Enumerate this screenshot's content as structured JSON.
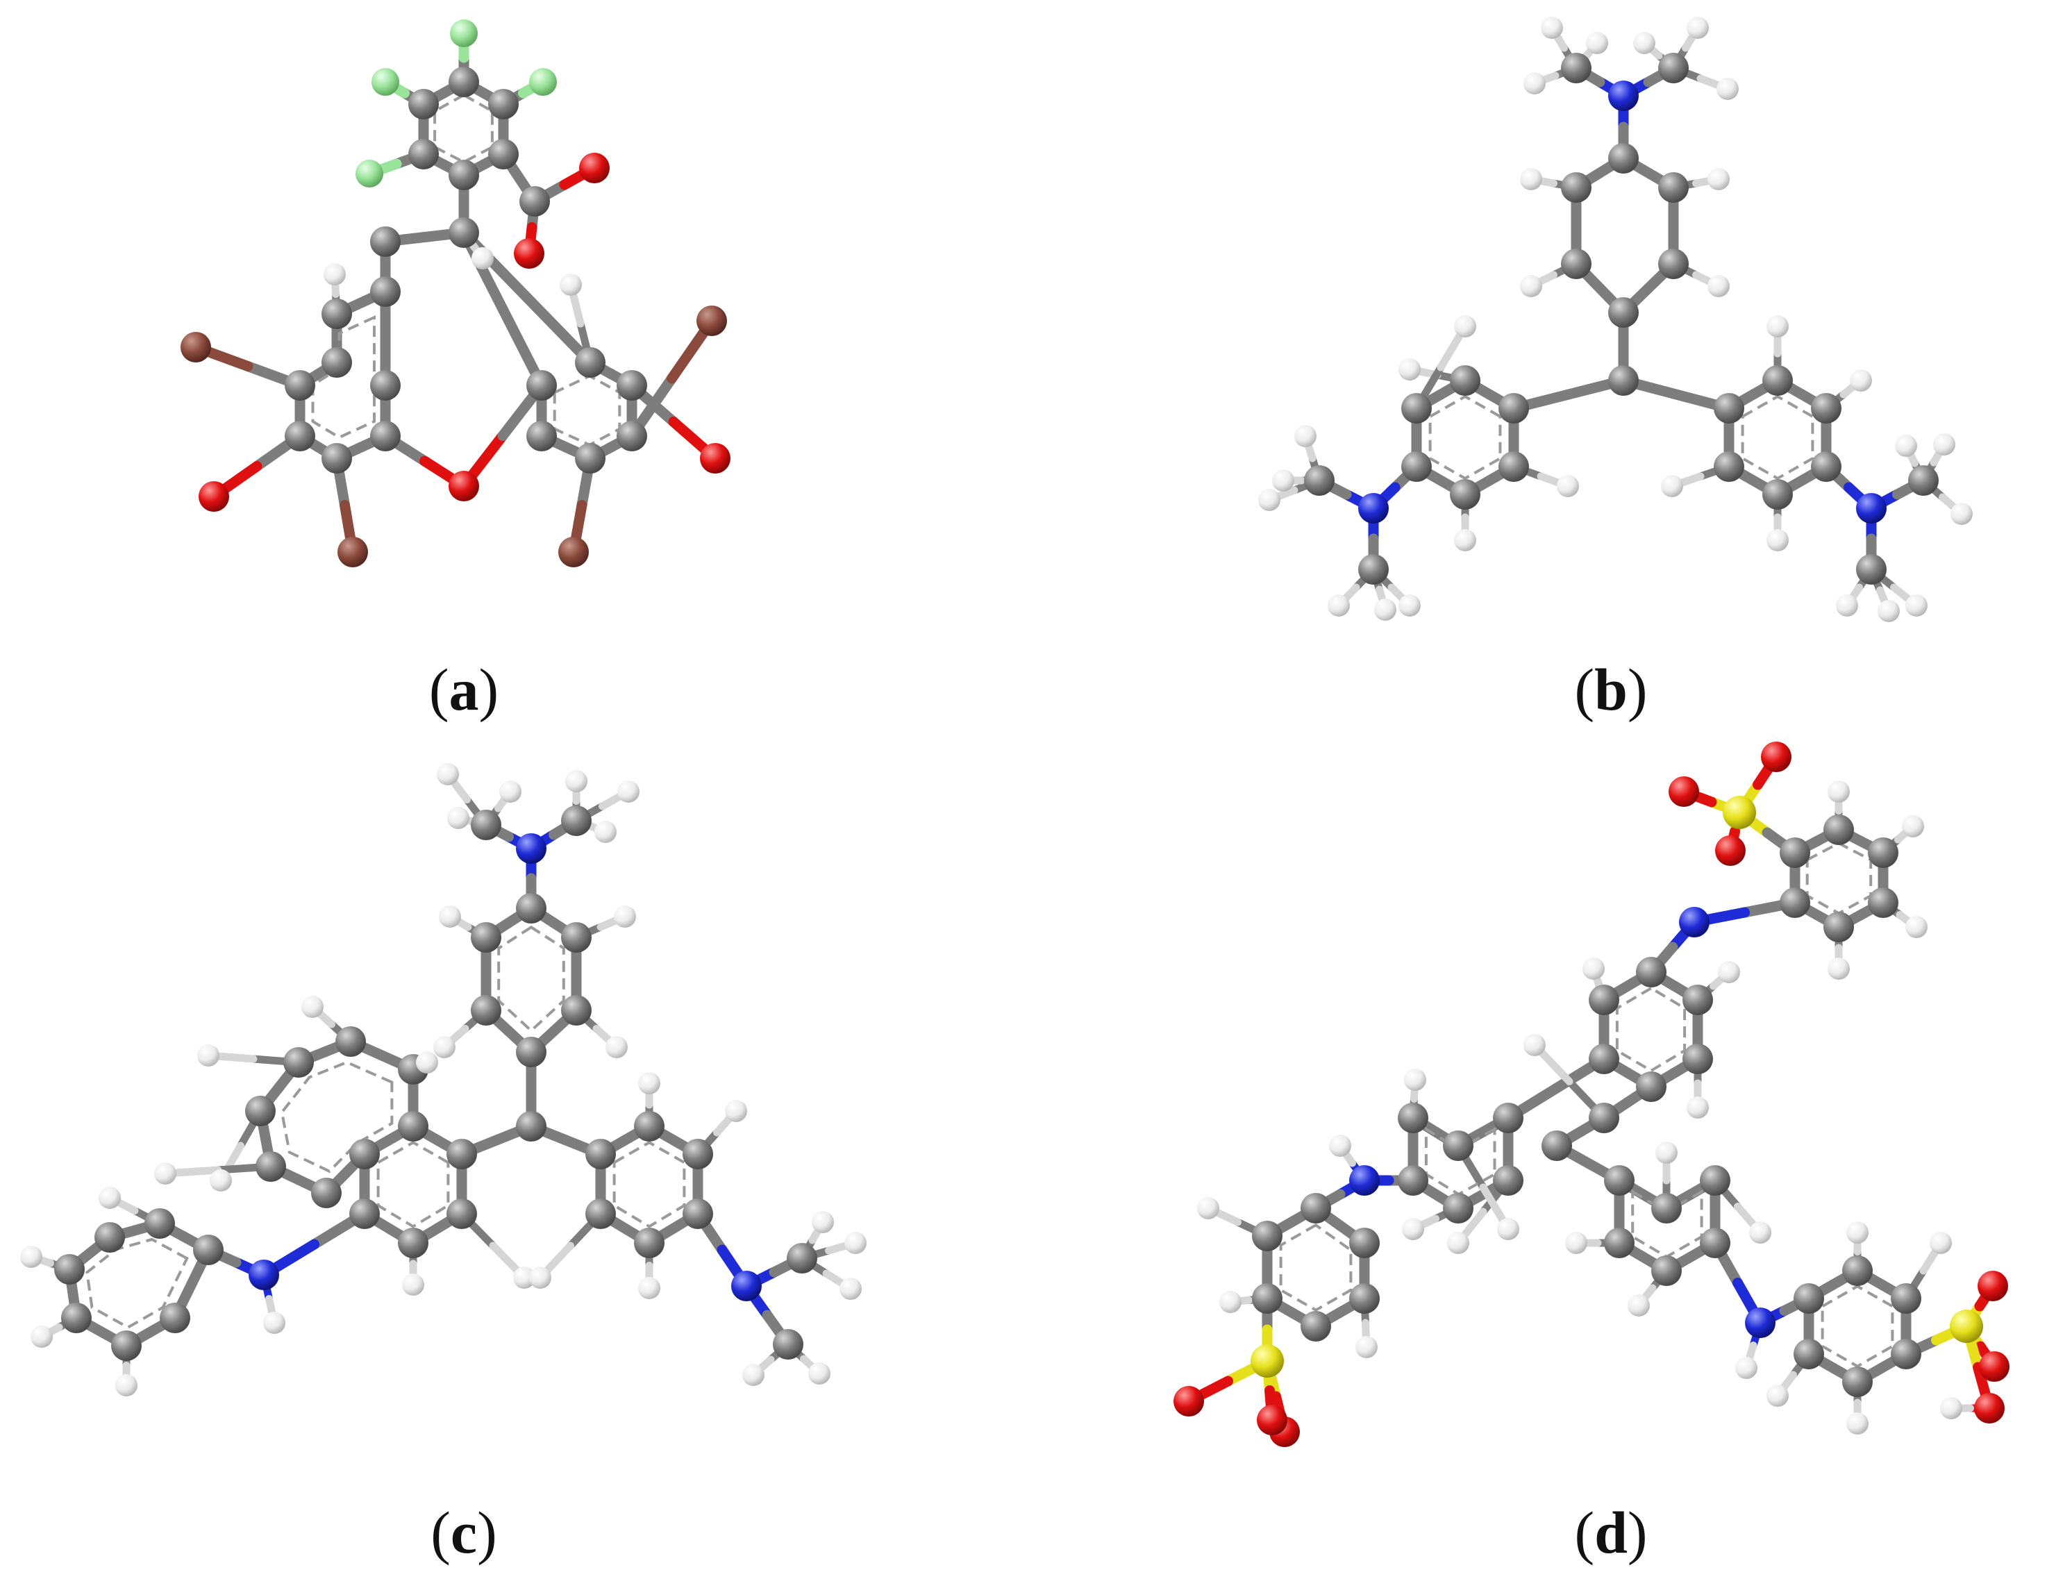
{
  "panels": [
    {
      "id": "a",
      "caption_open": "(",
      "caption_letter": "a",
      "caption_close": ")"
    },
    {
      "id": "b",
      "caption_open": "(",
      "caption_letter": "b",
      "caption_close": ")"
    },
    {
      "id": "c",
      "caption_open": "(",
      "caption_letter": "c",
      "caption_close": ")"
    },
    {
      "id": "d",
      "caption_open": "(",
      "caption_letter": "d",
      "caption_close": ")"
    }
  ],
  "atom_colors": {
    "C": "#7d7d7d",
    "H": "#f2f2f2",
    "N": "#1f2bd6",
    "O": "#e01010",
    "Br": "#8b4a3c",
    "F": "#9ae39a",
    "S": "#e6e01c"
  }
}
